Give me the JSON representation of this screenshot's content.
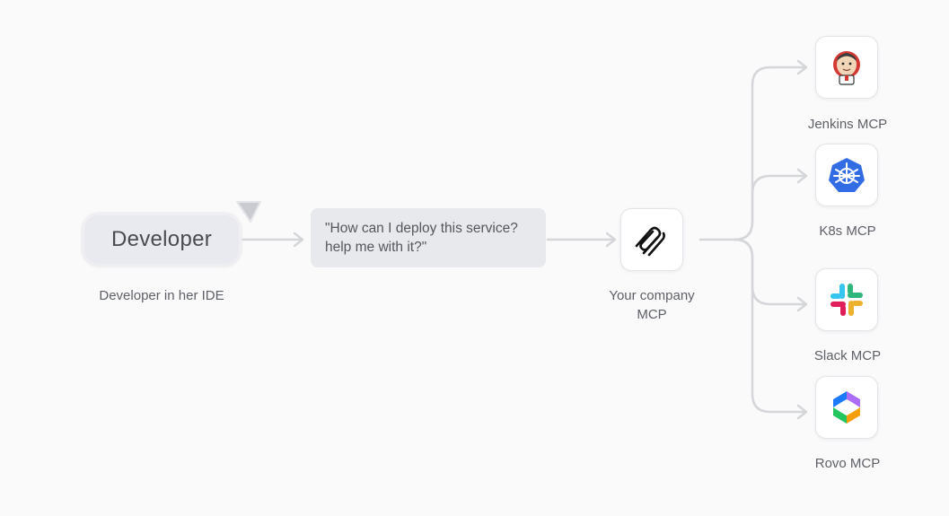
{
  "developer": {
    "pill_label": "Developer",
    "caption": "Developer in her IDE"
  },
  "query": {
    "text": "\"How can I deploy this service? help me with it?\""
  },
  "company_mcp": {
    "caption": "Your company MCP",
    "icon": "paperclip-spiral-icon"
  },
  "targets": [
    {
      "label": "Jenkins MCP",
      "icon": "jenkins-icon"
    },
    {
      "label": "K8s MCP",
      "icon": "kubernetes-icon"
    },
    {
      "label": "Slack MCP",
      "icon": "slack-icon"
    },
    {
      "label": "Rovo MCP",
      "icon": "rovo-icon"
    }
  ],
  "colors": {
    "connector": "#d5d6da",
    "kubernetes": "#326ce5",
    "jenkins_red": "#d33833"
  }
}
